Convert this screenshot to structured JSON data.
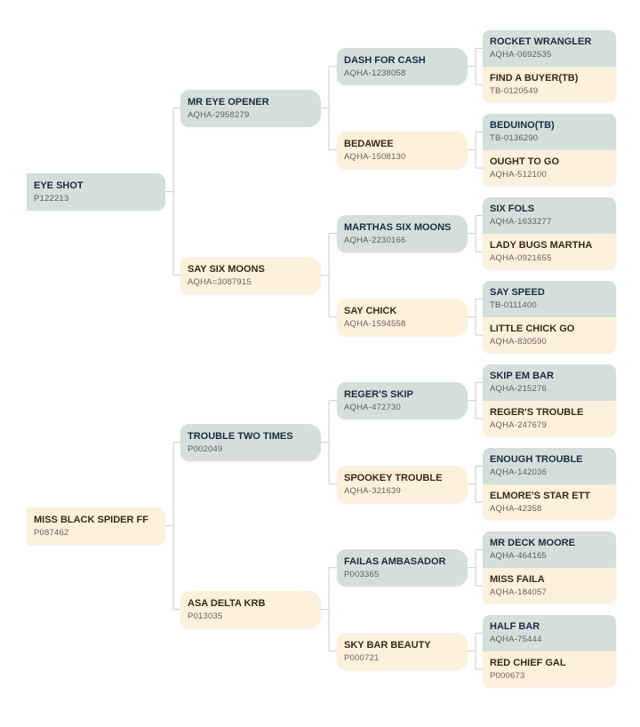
{
  "pedigrees": [
    {
      "name": "EYE SHOT",
      "reg": "P122213",
      "sex": "male",
      "sire": {
        "name": "MR EYE OPENER",
        "reg": "AQHA-2958279",
        "sex": "male",
        "sire": {
          "name": "DASH FOR CASH",
          "reg": "AQHA-1238058",
          "sex": "male",
          "sire": {
            "name": "ROCKET WRANGLER",
            "reg": "AQHA-0692535",
            "sex": "male"
          },
          "dam": {
            "name": "FIND A BUYER(TB)",
            "reg": "TB-0120549",
            "sex": "female"
          }
        },
        "dam": {
          "name": "BEDAWEE",
          "reg": "AQHA-1508130",
          "sex": "female",
          "sire": {
            "name": "BEDUINO(TB)",
            "reg": "TB-0136290",
            "sex": "male"
          },
          "dam": {
            "name": "OUGHT TO GO",
            "reg": "AQHA-512100",
            "sex": "female"
          }
        }
      },
      "dam": {
        "name": "SAY SIX MOONS",
        "reg": "AQHA=3087915",
        "sex": "female",
        "sire": {
          "name": "MARTHAS SIX MOONS",
          "reg": "AQHA-2230166",
          "sex": "male",
          "sire": {
            "name": "SIX FOLS",
            "reg": "AQHA-1633277",
            "sex": "male"
          },
          "dam": {
            "name": "LADY BUGS MARTHA",
            "reg": "AQHA-0921655",
            "sex": "female"
          }
        },
        "dam": {
          "name": "SAY CHICK",
          "reg": "AQHA-1594558",
          "sex": "female",
          "sire": {
            "name": "SAY SPEED",
            "reg": "TB-0111400",
            "sex": "male"
          },
          "dam": {
            "name": "LITTLE CHICK GO",
            "reg": "AQHA-830590",
            "sex": "female"
          }
        }
      }
    },
    {
      "name": "MISS BLACK SPIDER FF",
      "reg": "P087462",
      "sex": "female",
      "sire": {
        "name": "TROUBLE TWO TIMES",
        "reg": "P002049",
        "sex": "male",
        "sire": {
          "name": "REGER'S SKIP",
          "reg": "AQHA-472730",
          "sex": "male",
          "sire": {
            "name": "SKIP EM BAR",
            "reg": "AQHA-215276",
            "sex": "male"
          },
          "dam": {
            "name": "REGER'S TROUBLE",
            "reg": "AQHA-247679",
            "sex": "female"
          }
        },
        "dam": {
          "name": "SPOOKEY TROUBLE",
          "reg": "AQHA-321639",
          "sex": "female",
          "sire": {
            "name": "ENOUGH TROUBLE",
            "reg": "AQHA-142036",
            "sex": "male"
          },
          "dam": {
            "name": "ELMORE'S STAR ETT",
            "reg": "AQHA-42358",
            "sex": "female"
          }
        }
      },
      "dam": {
        "name": "ASA DELTA KRB",
        "reg": "P013035",
        "sex": "female",
        "sire": {
          "name": "FAILAS AMBASADOR",
          "reg": "P003365",
          "sex": "male",
          "sire": {
            "name": "MR DECK MOORE",
            "reg": "AQHA-464165",
            "sex": "male"
          },
          "dam": {
            "name": "MISS FAILA",
            "reg": "AQHA-184057",
            "sex": "female"
          }
        },
        "dam": {
          "name": "SKY BAR BEAUTY",
          "reg": "P000721",
          "sex": "female",
          "sire": {
            "name": "HALF BAR",
            "reg": "AQHA-75444",
            "sex": "male"
          },
          "dam": {
            "name": "RED CHIEF GAL",
            "reg": "P000673",
            "sex": "female"
          }
        }
      }
    }
  ]
}
